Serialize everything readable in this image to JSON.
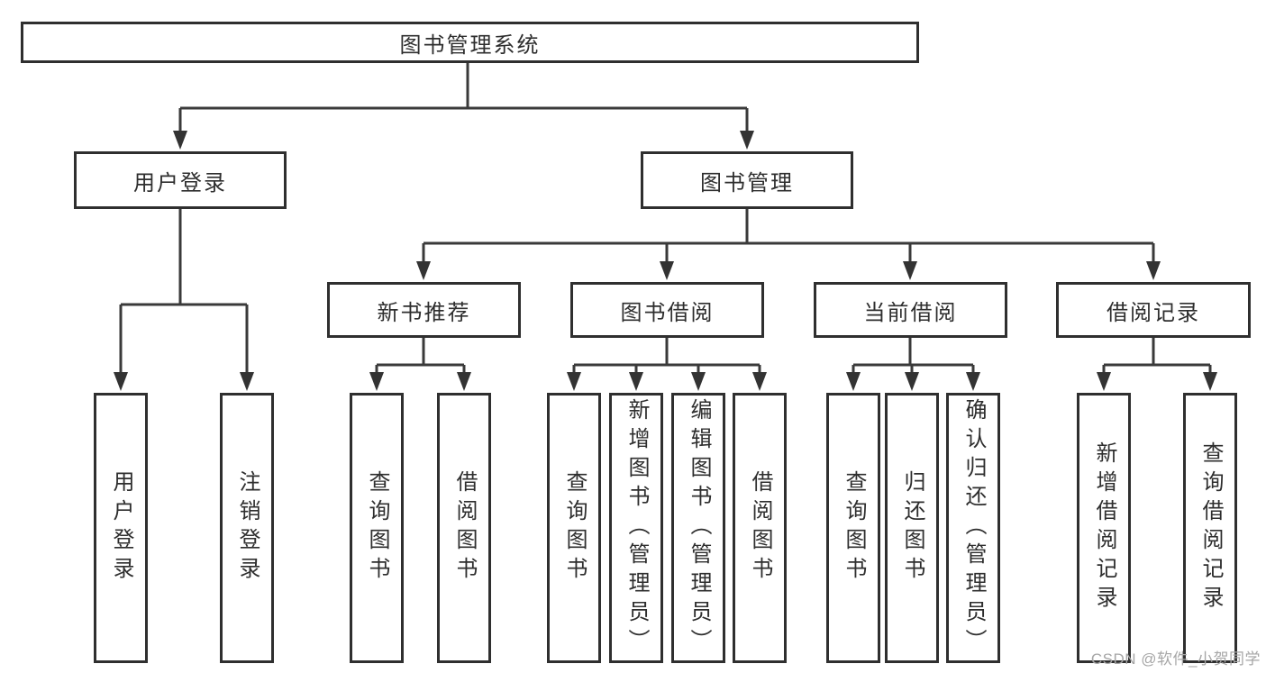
{
  "tree": {
    "root": "图书管理系统",
    "children": [
      {
        "label": "用户登录",
        "children": [
          "用户登录",
          "注销登录"
        ]
      },
      {
        "label": "图书管理",
        "children": [
          {
            "label": "新书推荐",
            "children": [
              "查询图书",
              "借阅图书"
            ]
          },
          {
            "label": "图书借阅",
            "children": [
              "查询图书",
              "新增图书（管理员）",
              "编辑图书（管理员）",
              "借阅图书"
            ]
          },
          {
            "label": "当前借阅",
            "children": [
              "查询图书",
              "归还图书",
              "确认归还（管理员）"
            ]
          },
          {
            "label": "借阅记录",
            "children": [
              "新增借阅记录",
              "查询借阅记录"
            ]
          }
        ]
      }
    ]
  },
  "watermark": "CSDN @软件_小贺同学",
  "colors": {
    "line": "#3a3a3a",
    "border": "#2f2f2f",
    "text": "#2e2e2e",
    "watermark_text": "#a6a6a6",
    "background": "#ffffff"
  }
}
